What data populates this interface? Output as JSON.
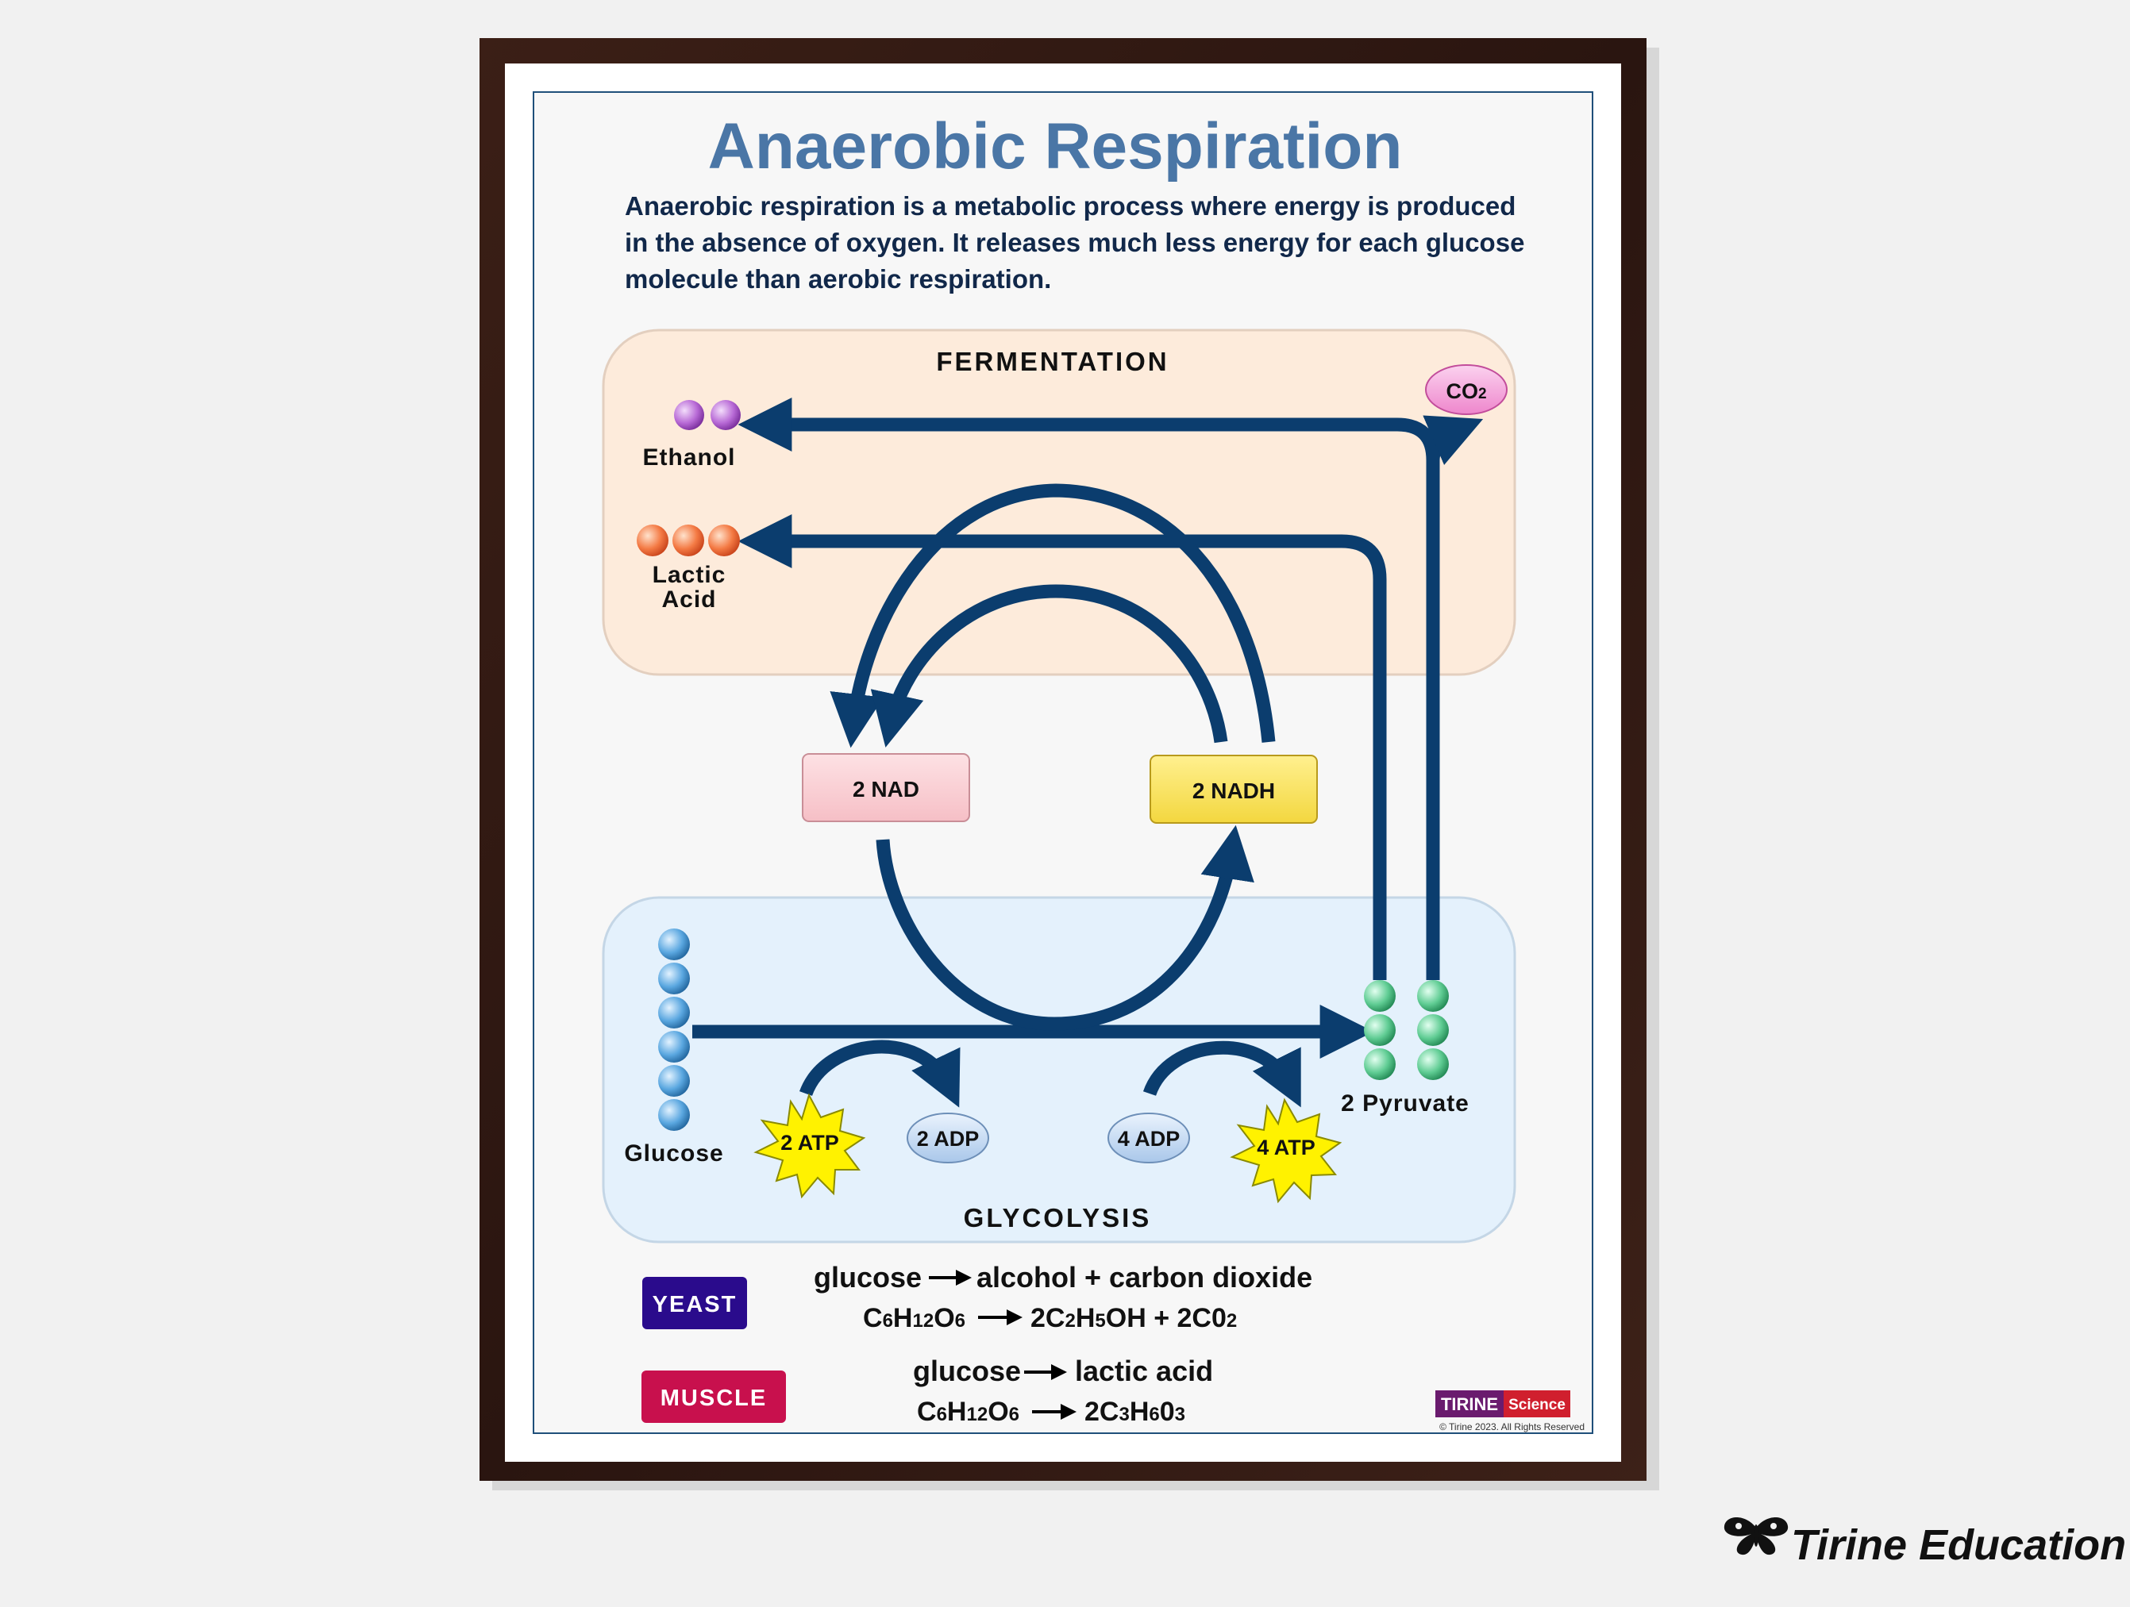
{
  "poster": {
    "title": "Anaerobic Respiration",
    "intro_lines": [
      "Anaerobic respiration is a metabolic process where energy is produced",
      "in the absence of oxygen. It releases much less energy for each glucose",
      "molecule than aerobic respiration."
    ]
  },
  "fermentation": {
    "title": "FERMENTATION",
    "ethanol_label": "Ethanol",
    "lactic_label_1": "Lactic",
    "lactic_label_2": "Acid",
    "co2_label": "CO",
    "co2_sub": "2"
  },
  "cycle": {
    "nad_label": "2 NAD",
    "nadh_label": "2 NADH"
  },
  "glycolysis": {
    "title": "GLYCOLYSIS",
    "glucose_label": "Glucose",
    "pyruvate_label": "2 Pyruvate",
    "atp_in_label": "2 ATP",
    "adp_out_label": "2 ADP",
    "adp_in_label": "4 ADP",
    "atp_out_label": "4 ATP"
  },
  "equations": {
    "yeast_badge": "YEAST",
    "yeast_word_left": "glucose",
    "yeast_word_right": "alcohol + carbon dioxide",
    "yeast_f1": [
      "C",
      "6",
      "H",
      "12",
      "O",
      "6"
    ],
    "yeast_f2": [
      "2C",
      "2",
      "H",
      "5",
      "OH + 2C0",
      "2"
    ],
    "muscle_badge": "MUSCLE",
    "muscle_word_left": "glucose",
    "muscle_word_right": "lactic acid",
    "muscle_f1": [
      "C",
      "6",
      "H",
      "12",
      "O",
      "6"
    ],
    "muscle_f2": [
      "2C",
      "3",
      "H",
      "6",
      "0",
      "3"
    ]
  },
  "logo": {
    "left": "TIRINE",
    "right": "Science",
    "copyright": "© Tirine 2023. All Rights Reserved"
  },
  "brand": {
    "name": "Tirine Education"
  },
  "colors": {
    "title_blue": "#4a76a6",
    "arrow_navy": "#0b3d6e",
    "fermentation_bg": "#fdebdb",
    "glycolysis_bg": "#e4f1fc",
    "yeast_badge": "#2a0b8c",
    "muscle_badge": "#c8104d",
    "nad_fill": "#fcd1d6",
    "nadh_fill": "#fbe36a",
    "co2_fill": "#f6a5dc",
    "atp_fill": "#fff200",
    "adp_fill": "#c9ddf4"
  }
}
